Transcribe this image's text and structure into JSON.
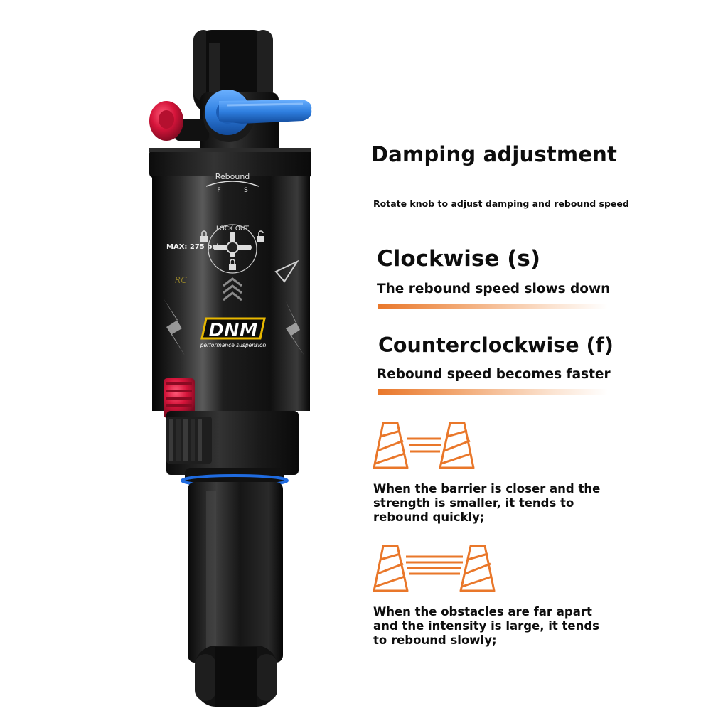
{
  "heading": {
    "title": "Damping adjustment",
    "subtitle": "Rotate knob to adjust damping and rebound speed"
  },
  "clockwise": {
    "title": "Clockwise (s)",
    "description": "The rebound speed slows down"
  },
  "counterclockwise": {
    "title": "Counterclockwise (f)",
    "description": "Rebound speed becomes faster"
  },
  "scenarios": {
    "near": "When the barrier is closer and the strength is smaller, it tends to rebound quickly;",
    "far": "When the obstacles are far apart and the intensity is large, it tends to rebound slowly;"
  },
  "product": {
    "brand": "DNM",
    "tagline": "performance suspension",
    "rebound_label": "Rebound",
    "fast_mark": "F",
    "slow_mark": "S",
    "lockout_label": "LOCK OUT",
    "pressure_label": "MAX: 275 psi",
    "side_mark": "RC"
  },
  "colors": {
    "accent_orange": "#e9772a",
    "knob_red": "#d5143a",
    "lever_blue": "#2f7fe0",
    "body_black": "#141414"
  },
  "icons": {
    "near_figure": "cones-close-icon",
    "far_figure": "cones-far-icon",
    "lock_closed": "lock-icon",
    "lock_open": "unlock-icon"
  }
}
